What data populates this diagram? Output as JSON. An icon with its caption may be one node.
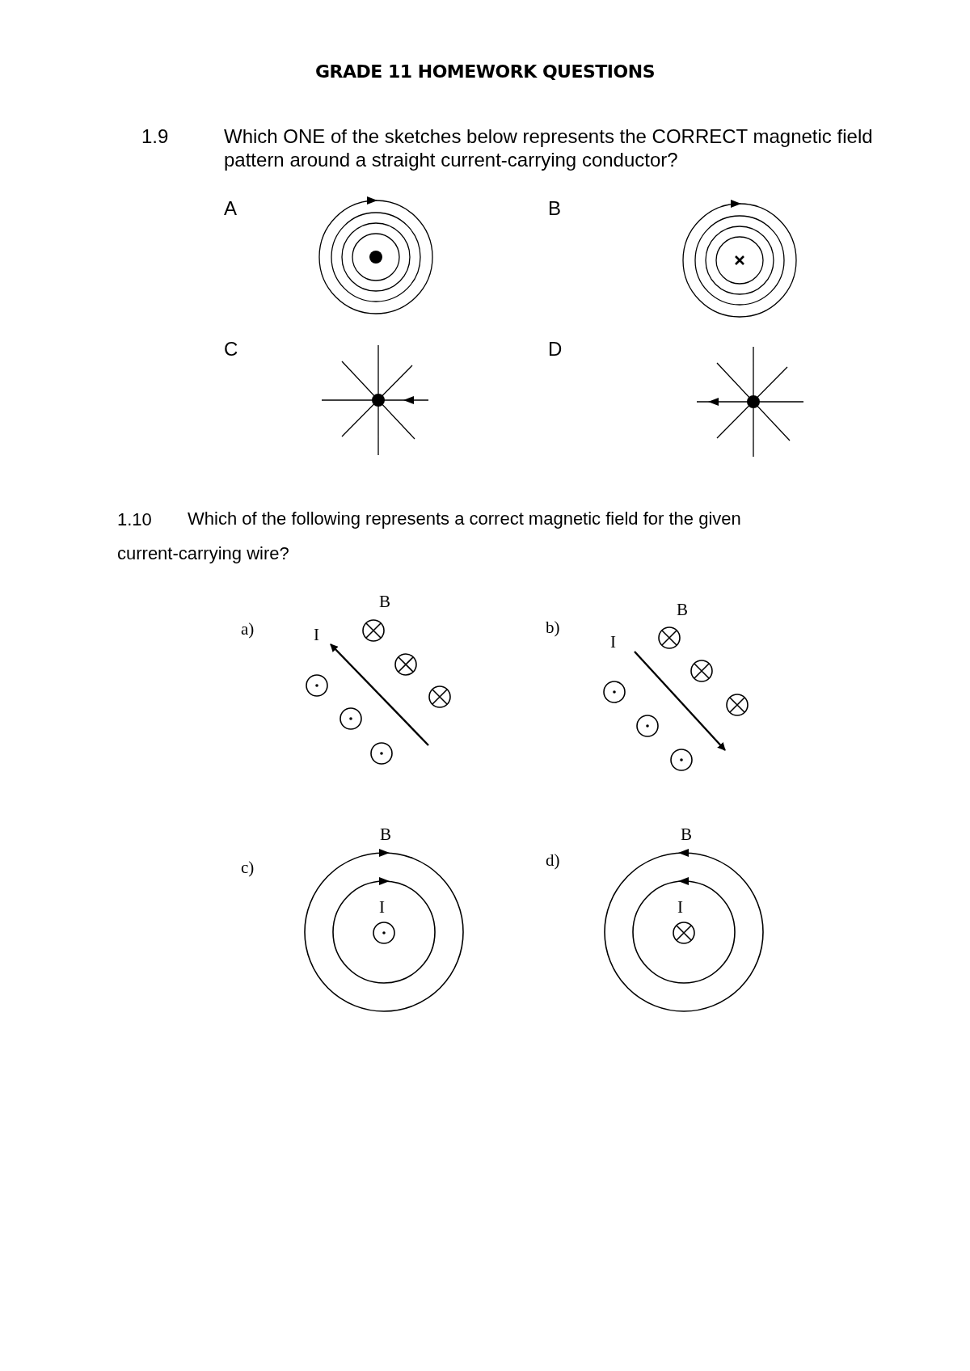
{
  "diagram": {
    "title": "GRADE 11 HOMEWORK QUESTIONS",
    "labels": [
      "1.9",
      "Which ONE of the sketches below represents the CORRECT magnetic field pattern around a straight current-carrying conductor?",
      "A",
      "B",
      "C",
      "D",
      "1.10",
      "Which of the following represents a correct magnetic field for the given current-carrying wire?",
      "a)",
      "B",
      "I",
      "b)",
      "B",
      "I",
      "c)",
      "B",
      "I",
      "d)",
      "B",
      "I"
    ]
  }
}
